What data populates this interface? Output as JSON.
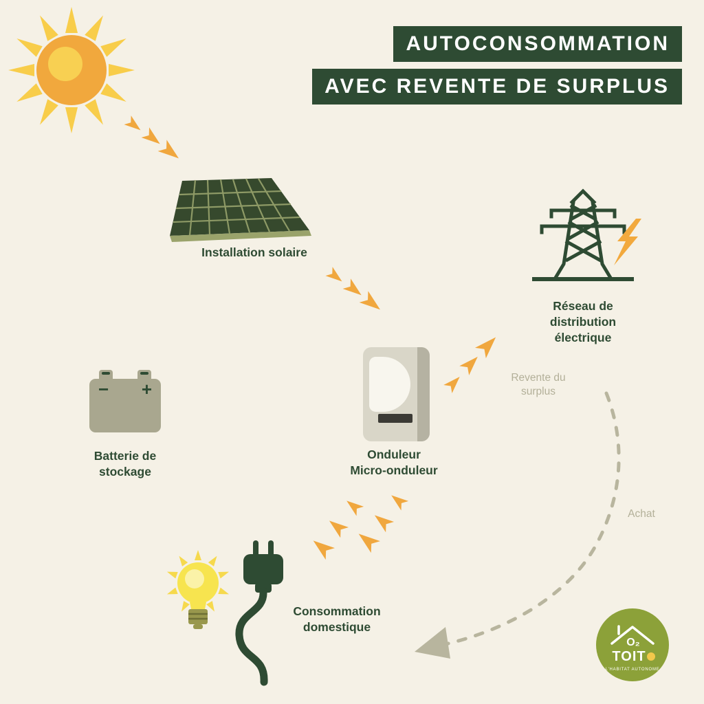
{
  "page": {
    "background": "#f5f1e6"
  },
  "title": {
    "line1": "AUTOCONSOMMATION",
    "line2": "AVEC REVENTE DE SURPLUS",
    "banner_color": "#2e4b33",
    "text_color": "#ffffff"
  },
  "nodes": {
    "sun": {
      "icon": "sun-icon"
    },
    "solar_installation": {
      "label": "Installation solaire",
      "icon": "solar-panel-icon"
    },
    "distribution_grid": {
      "label": "Réseau de distribution\nélectrique",
      "icon": "transmission-tower-icon"
    },
    "storage_battery": {
      "label": "Batterie de\nstockage",
      "icon": "battery-icon",
      "minus": "−",
      "plus": "+"
    },
    "inverter": {
      "label": "Onduleur\nMicro-onduleur",
      "icon": "inverter-icon"
    },
    "domestic_consumption": {
      "label": "Consommation\ndomestique",
      "icon": "bulb-and-plug-icon"
    }
  },
  "flows": {
    "resale": {
      "label": "Revente du\nsurplus"
    },
    "purchase": {
      "label": "Achat"
    }
  },
  "logo": {
    "o2": "O₂",
    "name": "TOIT",
    "tagline": "L'HABITAT AUTONOME"
  },
  "colors": {
    "dark_green": "#2e4b33",
    "orange": "#f0a73e",
    "sun_orange": "#f1a83d",
    "yellow": "#f8d052",
    "grey_green": "#b3b099",
    "battery_grey": "#a9a78f",
    "panel_dark": "#36492d",
    "panel_line": "#8e9a66",
    "logo_green": "#8ca139",
    "background": "#f5f1e6"
  }
}
